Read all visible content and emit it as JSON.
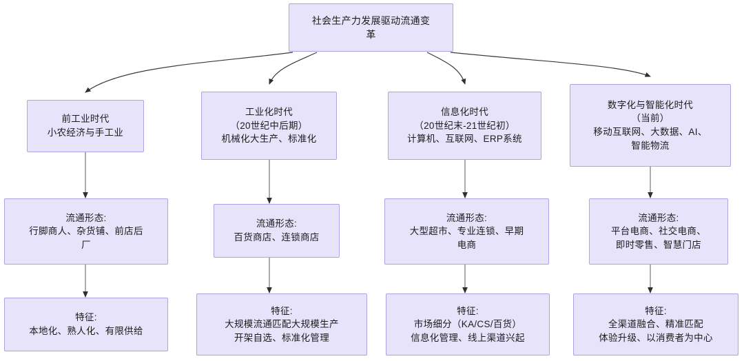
{
  "diagram": {
    "title": "社会生产力发展驱动流通变革",
    "root": {
      "label": "社会生产力发展驱动流通变革",
      "lines": [
        "社会生产力发展驱动流通变",
        "革"
      ]
    },
    "colors": {
      "node_fill": "#e7e3fb",
      "node_border": "#b0a0e4",
      "text": "#1c1c1c",
      "edge_curved": "#3a3a3a",
      "edge_straight": "#808080",
      "background": "#ffffff"
    },
    "columns": [
      {
        "era": {
          "lines": [
            "前工业时代",
            "小农经济与手工业"
          ]
        },
        "form": {
          "lines": [
            "流通形态:",
            "行脚商人、杂货铺、前店后",
            "厂"
          ]
        },
        "feature": {
          "lines": [
            "特征:",
            "本地化、熟人化、有限供给"
          ]
        }
      },
      {
        "era": {
          "lines": [
            "工业化时代",
            "（20世纪中后期）",
            "机械化大生产、标准化"
          ]
        },
        "form": {
          "lines": [
            "流通形态:",
            "百货商店、连锁商店"
          ]
        },
        "feature": {
          "lines": [
            "特征:",
            "大规模流通匹配大规模生产",
            "开架自选、标准化管理"
          ]
        }
      },
      {
        "era": {
          "lines": [
            "信息化时代",
            "（20世纪末-21世纪初）",
            "计算机、互联网、ERP系统"
          ]
        },
        "form": {
          "lines": [
            "流通形态:",
            "大型超市、专业连锁、早期",
            "电商"
          ]
        },
        "feature": {
          "lines": [
            "特征:",
            "市场细分（KA/CS/百货）",
            "信息化管理、线上渠道兴起"
          ]
        }
      },
      {
        "era": {
          "lines": [
            "数字化与智能化时代",
            "（当前）",
            "移动互联网、大数据、AI、",
            "智能物流"
          ]
        },
        "form": {
          "lines": [
            "流通形态:",
            "平台电商、社交电商、",
            "即时零售、智慧门店"
          ]
        },
        "feature": {
          "lines": [
            "特征:",
            "全渠道融合、精准匹配",
            "体验升级、以消费者为中心"
          ]
        }
      }
    ]
  }
}
